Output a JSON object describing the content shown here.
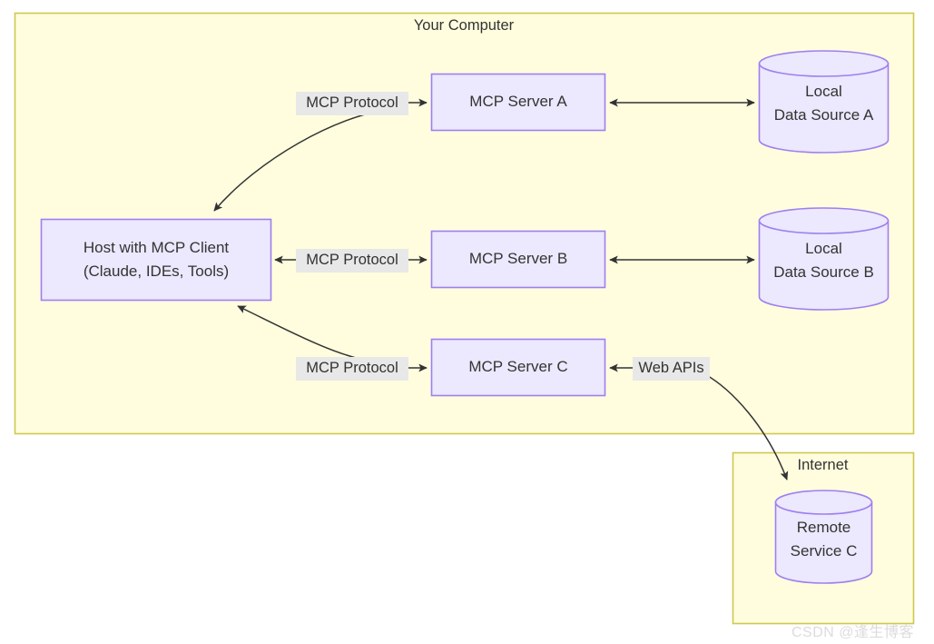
{
  "diagram": {
    "type": "architecture-flow",
    "groups": [
      {
        "id": "your-computer",
        "title": "Your Computer"
      },
      {
        "id": "internet",
        "title": "Internet"
      }
    ],
    "nodes": [
      {
        "id": "host",
        "label_line1": "Host with MCP Client",
        "label_line2": "(Claude, IDEs, Tools)",
        "shape": "rect"
      },
      {
        "id": "server-a",
        "label_line1": "MCP Server A",
        "label_line2": "",
        "shape": "rect"
      },
      {
        "id": "server-b",
        "label_line1": "MCP Server B",
        "label_line2": "",
        "shape": "rect"
      },
      {
        "id": "server-c",
        "label_line1": "MCP Server C",
        "label_line2": "",
        "shape": "rect"
      },
      {
        "id": "data-source-a",
        "label_line1": "Local",
        "label_line2": "Data Source A",
        "shape": "cylinder"
      },
      {
        "id": "data-source-b",
        "label_line1": "Local",
        "label_line2": "Data Source B",
        "shape": "cylinder"
      },
      {
        "id": "remote-service-c",
        "label_line1": "Remote",
        "label_line2": "Service C",
        "shape": "cylinder"
      }
    ],
    "edges": [
      {
        "id": "host-server-a",
        "label": "MCP Protocol"
      },
      {
        "id": "host-server-b",
        "label": "MCP Protocol"
      },
      {
        "id": "host-server-c",
        "label": "MCP Protocol"
      },
      {
        "id": "server-c-web",
        "label": "Web APIs"
      },
      {
        "id": "server-a-source-a",
        "label": ""
      },
      {
        "id": "server-b-source-b",
        "label": ""
      },
      {
        "id": "web-remote-c",
        "label": ""
      }
    ]
  },
  "colors": {
    "group_fill": "#fffdde",
    "group_stroke": "#cfc94e",
    "node_fill": "#ece8fd",
    "node_stroke": "#9e7ff0",
    "edge_stroke": "#333333",
    "label_bg": "#e8e8e8",
    "text": "#333333",
    "watermark": "#dcdcdc"
  },
  "watermark": {
    "text": "CSDN @逢生博客"
  }
}
